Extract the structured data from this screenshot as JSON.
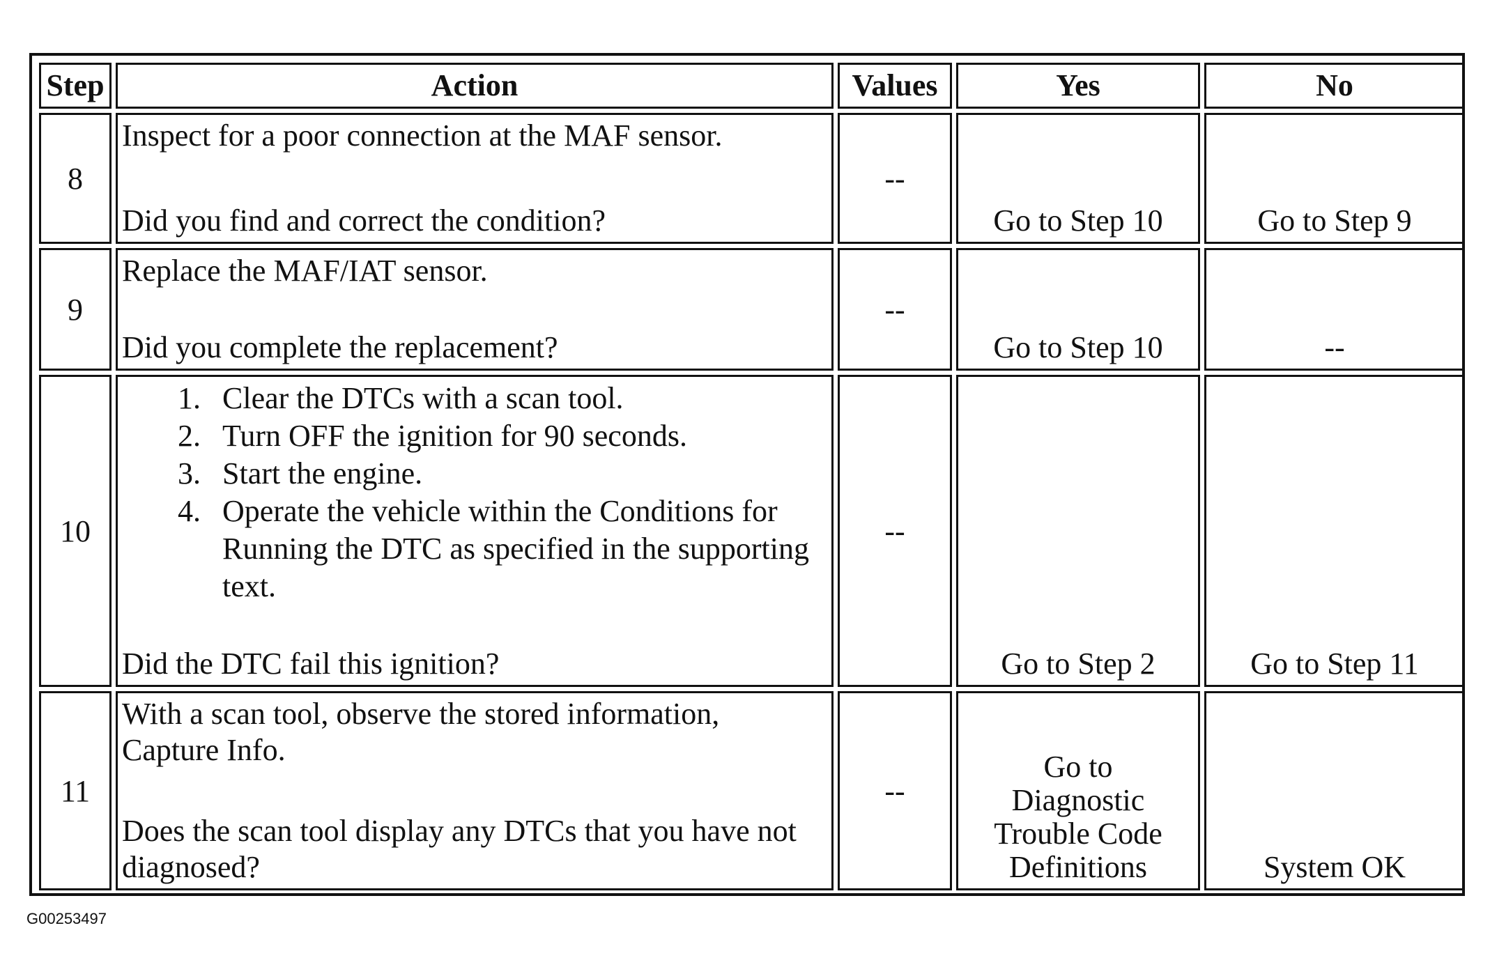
{
  "table": {
    "headers": [
      "Step",
      "Action",
      "Values",
      "Yes",
      "No"
    ],
    "rows": [
      {
        "step": "8",
        "action_lines": [
          "Inspect for a poor connection at the MAF sensor."
        ],
        "question": "Did you find and correct the condition?",
        "values": "--",
        "yes": "Go to Step 10",
        "no": "Go to Step 9"
      },
      {
        "step": "9",
        "action_lines": [
          "Replace the MAF/IAT sensor."
        ],
        "question": "Did you complete the replacement?",
        "values": "--",
        "yes": "Go to Step 10",
        "no": "--"
      },
      {
        "step": "10",
        "action_list": [
          "Clear the DTCs with a scan tool.",
          "Turn OFF the ignition for 90 seconds.",
          "Start the engine.",
          "Operate the vehicle within the Conditions for Running the DTC as specified in the supporting text."
        ],
        "question": "Did the DTC fail this ignition?",
        "values": "--",
        "yes": "Go to Step 2",
        "no": "Go to Step 11"
      },
      {
        "step": "11",
        "action_lines": [
          "With a scan tool, observe the stored information, Capture Info."
        ],
        "question": "Does the scan tool display any DTCs that you have not diagnosed?",
        "values": "--",
        "yes": "Go to Diagnostic Trouble Code Definitions",
        "no": "System OK"
      }
    ]
  },
  "footer": {
    "figure_id": "G00253497"
  }
}
